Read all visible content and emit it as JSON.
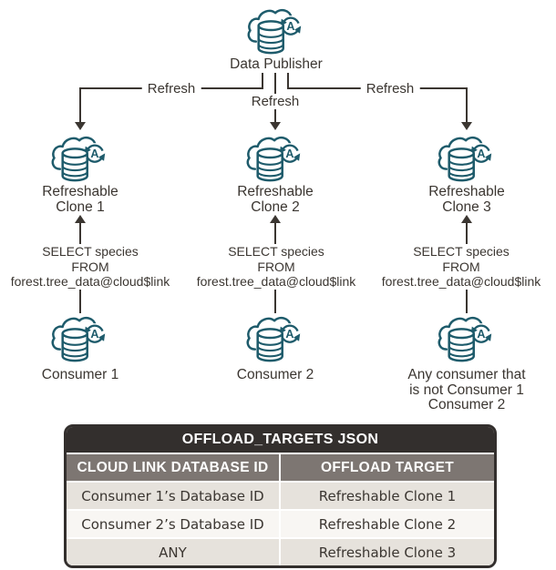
{
  "colors": {
    "ink": "#3b3631",
    "teal": "#1e5b6b",
    "table_title_bg": "#332f2d",
    "table_header_bg": "#7d7672",
    "row_odd_bg": "#e6e2dc",
    "row_even_bg": "#f8f6f3"
  },
  "icons": {
    "node_icon": "autonomous-database-cloud-icon"
  },
  "publisher": {
    "label": "Data Publisher"
  },
  "refresh_labels": [
    "Refresh",
    "Refresh",
    "Refresh"
  ],
  "clones": [
    {
      "line1": "Refreshable",
      "line2": "Clone 1"
    },
    {
      "line1": "Refreshable",
      "line2": "Clone 2"
    },
    {
      "line1": "Refreshable",
      "line2": "Clone 3"
    }
  ],
  "query": {
    "line1": "SELECT species",
    "line2": "FROM",
    "line3": "forest.tree_data@cloud$link"
  },
  "consumers": [
    {
      "line1": "Consumer 1",
      "line2": "",
      "line3": ""
    },
    {
      "line1": "Consumer 2",
      "line2": "",
      "line3": ""
    },
    {
      "line1": "Any consumer that",
      "line2": "is not Consumer 1",
      "line3": "Consumer 2"
    }
  ],
  "table": {
    "title": "OFFLOAD_TARGETS JSON",
    "columns": [
      "CLOUD LINK DATABASE ID",
      "OFFLOAD TARGET"
    ],
    "rows": [
      [
        "Consumer 1’s Database ID",
        "Refreshable Clone 1"
      ],
      [
        "Consumer 2’s Database ID",
        "Refreshable Clone 2"
      ],
      [
        "ANY",
        "Refreshable Clone 3"
      ]
    ]
  }
}
